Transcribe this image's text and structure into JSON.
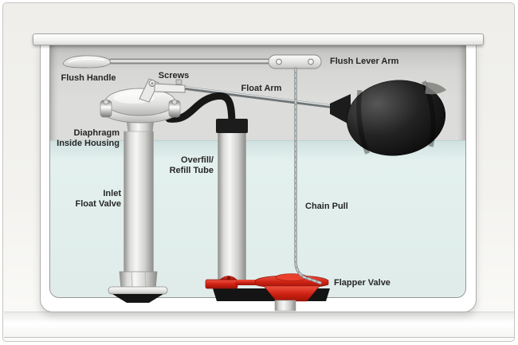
{
  "diagram": {
    "subject": "toilet-tank-cutaway-diagram",
    "labels": {
      "flush_handle": "Flush Handle",
      "screws": "Screws",
      "flush_lever_arm": "Flush Lever Arm",
      "float_arm": "Float Arm",
      "diaphragm_line1": "Diaphragm",
      "diaphragm_line2": "Inside Housing",
      "overfill_line1": "Overfill/",
      "overfill_line2": "Refill Tube",
      "inlet_line1": "Inlet",
      "inlet_line2": "Float Valve",
      "chain_pull": "Chain Pull",
      "flapper_valve": "Flapper Valve"
    },
    "parts": [
      "flush-handle",
      "flush-lever-rod",
      "flush-lever-arm-plate",
      "chain-pull",
      "float-arm-rod",
      "float-ball",
      "diaphragm-housing",
      "mounting-screws-bracket",
      "refill-hose",
      "overfill-refill-tube",
      "inlet-float-valve-pipe",
      "flapper-valve",
      "outlet-pipe"
    ],
    "colors": {
      "card_border": "#c7c6c4",
      "tank_interior_gray": "#dcdcda",
      "water": "#dfecea",
      "float_black": "#141414",
      "flapper_red": "#cc2013",
      "label_text": "#262626"
    }
  }
}
